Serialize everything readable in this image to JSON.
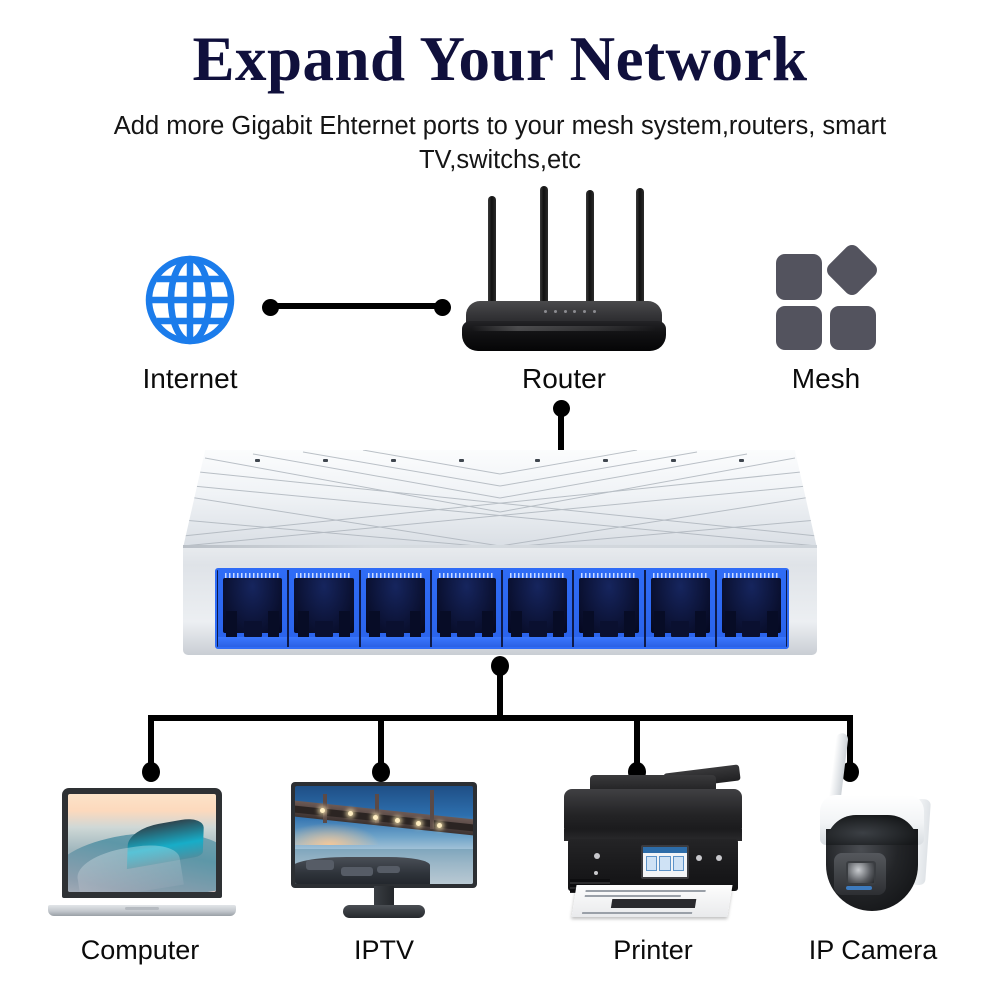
{
  "header": {
    "title": "Expand Your Network",
    "subtitle": "Add more Gigabit Ehternet ports to your mesh system,routers, smart TV,switchs,etc",
    "title_color": "#10103c"
  },
  "colors": {
    "title_navy": "#10103c",
    "globe_blue": "#1b7ceb",
    "mesh_gray": "#53535e",
    "port_blue": "#2f6cf6",
    "port_cavity": "#0a1030",
    "switch_body": "#eceff2",
    "router_black": "#1a1a1c",
    "wire_black": "#000000"
  },
  "top_row": {
    "internet": {
      "label": "Internet",
      "icon": "globe-icon"
    },
    "router": {
      "label": "Router",
      "icon": "router-device-icon",
      "antennas": 4,
      "leds": 6
    },
    "mesh": {
      "label": "Mesh",
      "icon": "mesh-tiles-icon",
      "tiles": 4
    }
  },
  "switch_device": {
    "name": "8-port gigabit ethernet switch",
    "port_count": 8,
    "led_count": 8
  },
  "bottom_row": [
    {
      "label": "Computer",
      "icon": "laptop-icon"
    },
    {
      "label": "IPTV",
      "icon": "monitor-icon"
    },
    {
      "label": "Printer",
      "icon": "printer-icon"
    },
    {
      "label": "IP Camera",
      "icon": "ip-camera-icon"
    }
  ],
  "connections": [
    {
      "from": "internet",
      "to": "router"
    },
    {
      "from": "router",
      "to": "switch"
    },
    {
      "from": "switch",
      "to": "computer"
    },
    {
      "from": "switch",
      "to": "iptv"
    },
    {
      "from": "switch",
      "to": "printer"
    },
    {
      "from": "switch",
      "to": "ip-camera"
    }
  ]
}
